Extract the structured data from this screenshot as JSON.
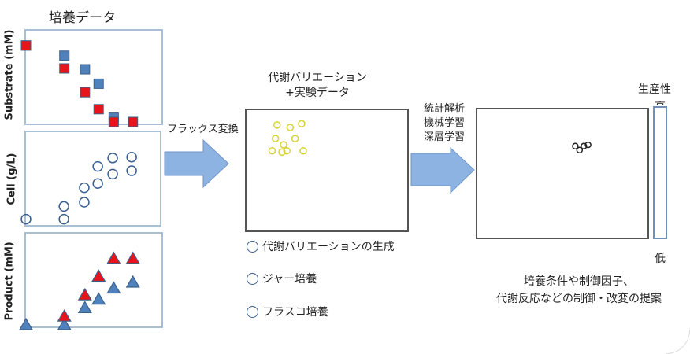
{
  "colors": {
    "panel_border": "#a9bfd6",
    "square_blue": "#4f81bd",
    "square_red": "#e8141b",
    "circle_blue": "#3a5f8f",
    "arrow_fill": "#8db3e2",
    "arrow_stroke": "#6f96c6",
    "yellow_marker": "#d9d335",
    "black_marker": "#222222"
  },
  "culture_data": {
    "title": "培養データ",
    "substrate": {
      "ylabel": "Substrate (mM)",
      "series": [
        {
          "name": "blue",
          "marker": "square",
          "points": [
            [
              0,
              0.9
            ],
            [
              0.28,
              0.78
            ],
            [
              0.43,
              0.62
            ],
            [
              0.53,
              0.45
            ],
            [
              0.64,
              0.05
            ]
          ]
        },
        {
          "name": "red",
          "marker": "square",
          "points": [
            [
              0,
              0.9
            ],
            [
              0.28,
              0.63
            ],
            [
              0.43,
              0.35
            ],
            [
              0.53,
              0.15
            ],
            [
              0.64,
              0.0
            ],
            [
              0.78,
              0.0
            ]
          ]
        }
      ]
    },
    "cell": {
      "ylabel": "Cell (g/L)",
      "series": [
        {
          "name": "open",
          "marker": "circle",
          "points": [
            [
              0,
              0.05
            ],
            [
              0.28,
              0.05
            ],
            [
              0.28,
              0.2
            ],
            [
              0.43,
              0.25
            ],
            [
              0.43,
              0.42
            ],
            [
              0.53,
              0.47
            ],
            [
              0.53,
              0.67
            ],
            [
              0.64,
              0.58
            ],
            [
              0.64,
              0.77
            ],
            [
              0.78,
              0.62
            ],
            [
              0.78,
              0.78
            ]
          ]
        }
      ]
    },
    "product": {
      "ylabel": "Product (mM)",
      "series": [
        {
          "name": "blue",
          "marker": "triangle",
          "points": [
            [
              0,
              0.0
            ],
            [
              0.28,
              0.0
            ],
            [
              0.43,
              0.2
            ],
            [
              0.53,
              0.3
            ],
            [
              0.64,
              0.43
            ],
            [
              0.78,
              0.5
            ]
          ]
        },
        {
          "name": "red",
          "marker": "triangle",
          "points": [
            [
              0.28,
              0.1
            ],
            [
              0.43,
              0.35
            ],
            [
              0.53,
              0.57
            ],
            [
              0.64,
              0.78
            ],
            [
              0.78,
              0.78
            ]
          ]
        }
      ]
    }
  },
  "arrow1": {
    "label": "フラックス変換"
  },
  "variation_panel": {
    "title_line1": "代謝バリエーション",
    "title_line2": "+実験データ",
    "points": [
      [
        0.09,
        0.12
      ],
      [
        0.17,
        0.14
      ],
      [
        0.24,
        0.11
      ],
      [
        0.08,
        0.23
      ],
      [
        0.2,
        0.23
      ],
      [
        0.13,
        0.28
      ],
      [
        0.06,
        0.33
      ],
      [
        0.12,
        0.34
      ],
      [
        0.15,
        0.33
      ],
      [
        0.25,
        0.33
      ]
    ]
  },
  "legend": [
    {
      "label": "代謝バリエーションの生成"
    },
    {
      "label": "ジャー培養"
    },
    {
      "label": "フラスコ培養"
    }
  ],
  "arrow2": {
    "label_lines": [
      "統計解析",
      "機械学習",
      "深層学習"
    ]
  },
  "result_panel": {
    "points": [
      [
        0.58,
        0.28
      ],
      [
        0.61,
        0.31
      ],
      [
        0.64,
        0.28
      ],
      [
        0.67,
        0.27
      ]
    ]
  },
  "productivity_scale": {
    "title": "生産性",
    "high": "高",
    "low": "低"
  },
  "proposal": {
    "line1": "培養条件や制御因子、",
    "line2": "代謝反応などの制御・改変の提案"
  }
}
